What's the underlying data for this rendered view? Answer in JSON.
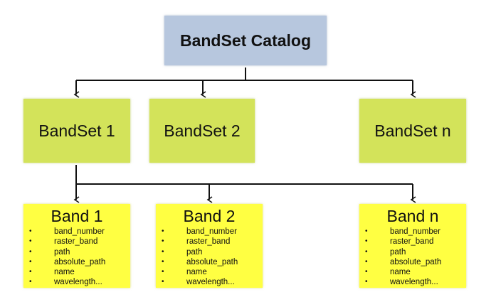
{
  "catalog": {
    "label": "BandSet Catalog"
  },
  "bandsets": [
    {
      "label": "BandSet 1"
    },
    {
      "label": "BandSet 2"
    },
    {
      "label": "BandSet n"
    }
  ],
  "bands": [
    {
      "title": "Band 1",
      "fields": [
        "band_number",
        "raster_band",
        "path",
        "absolute_path",
        "name",
        "wavelength..."
      ]
    },
    {
      "title": "Band 2",
      "fields": [
        "band_number",
        "raster_band",
        "path",
        "absolute_path",
        "name",
        "wavelength..."
      ]
    },
    {
      "title": "Band n",
      "fields": [
        "band_number",
        "raster_band",
        "path",
        "absolute_path",
        "name",
        "wavelength..."
      ]
    }
  ],
  "bullet": "•",
  "colors": {
    "catalog_fill": "#b7c7de",
    "bandset_fill": "#d3e35a",
    "band_fill": "#ffff42",
    "connector": "#111111"
  }
}
